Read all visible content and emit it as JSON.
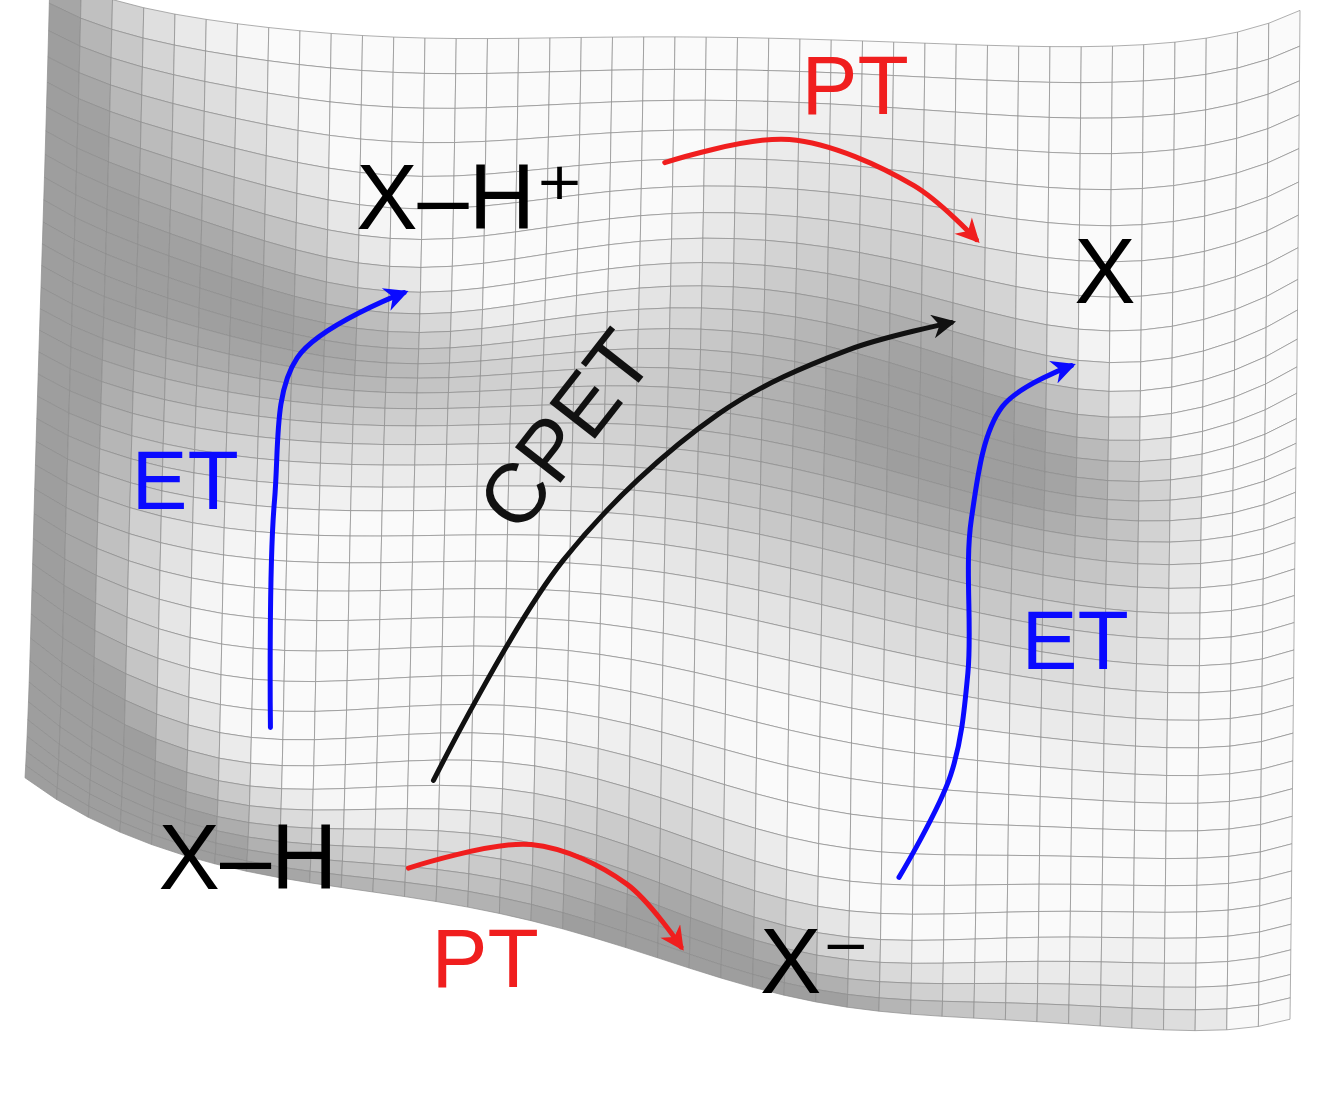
{
  "diagram": {
    "nodes": [
      {
        "text": [
          "X–H⁺"
        ]
      },
      {
        "text": [
          "X"
        ]
      },
      {
        "text": [
          "X–H"
        ]
      },
      {
        "text": [
          "X⁻"
        ]
      }
    ],
    "edges": [
      {
        "from": 2,
        "to": 0,
        "label": "ET",
        "arrow": "to"
      },
      {
        "from": 0,
        "to": 1,
        "label": "PT",
        "arrow": "to"
      },
      {
        "from": 2,
        "to": 1,
        "label": "CPET",
        "arrow": "to"
      },
      {
        "from": 2,
        "to": 3,
        "label": "PT",
        "arrow": "to"
      },
      {
        "from": 3,
        "to": 1,
        "label": "ET",
        "arrow": "to"
      }
    ]
  }
}
